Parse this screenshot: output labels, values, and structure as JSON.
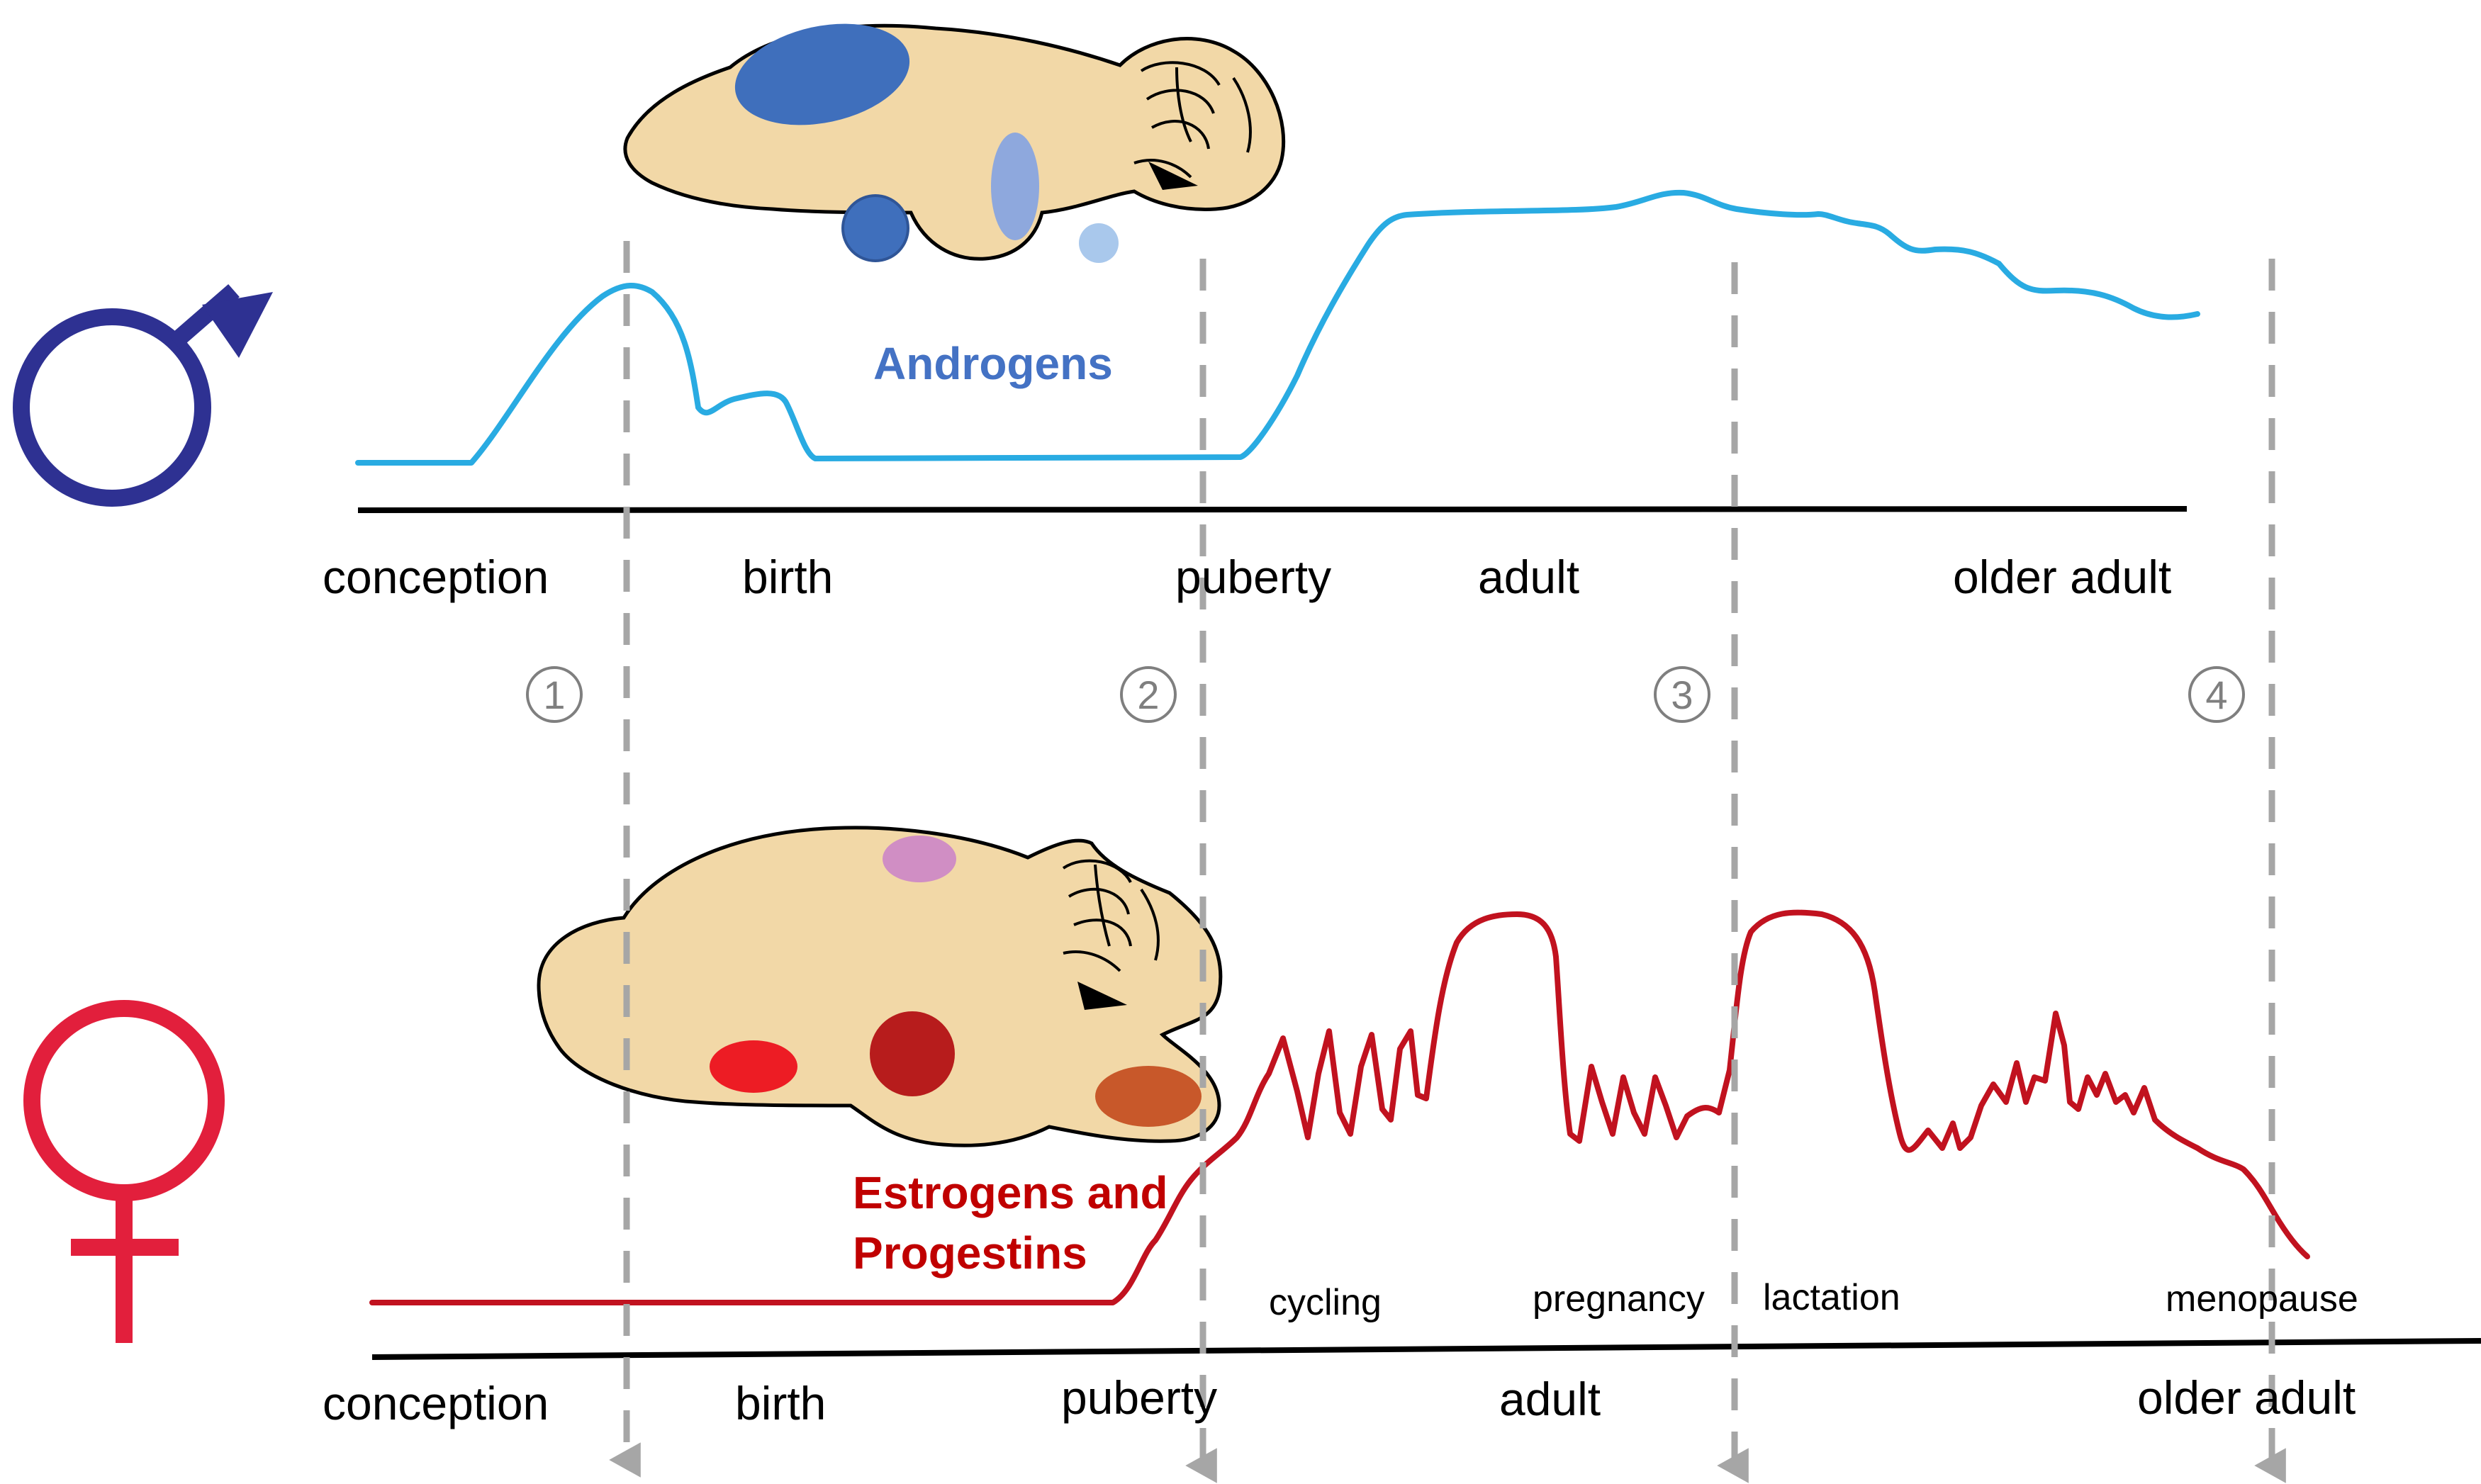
{
  "colors": {
    "male_symbol": "#2e3192",
    "female_symbol": "#e21f3c",
    "androgen_curve": "#29abe2",
    "estrogen_curve": "#c1121f",
    "androgen_label": "#4472c4",
    "estrogen_label": "#c00000",
    "brain_fill": "#f2d8a7",
    "guide_line": "#a6a6a6",
    "axis": "#000000",
    "marker": "#7f7f7f"
  },
  "male": {
    "symbol_icon": "male-symbol-icon",
    "hormone_label": "Androgens",
    "stages": [
      "conception",
      "birth",
      "puberty",
      "adult",
      "older adult"
    ],
    "brain_regions": [
      "#3f6fbc",
      "#3f6fbc",
      "#8ea8dd",
      "#a9c8ec"
    ]
  },
  "female": {
    "symbol_icon": "female-symbol-icon",
    "hormone_label_line1": "Estrogens and",
    "hormone_label_line2": "Progestins",
    "stages": [
      "conception",
      "birth",
      "puberty",
      "adult",
      "older adult"
    ],
    "events": [
      "cycling",
      "pregnancy",
      "lactation",
      "menopause"
    ],
    "brain_regions": [
      "#d08ec4",
      "#ed1c24",
      "#b71c1c",
      "#c8582a"
    ]
  },
  "markers": [
    "1",
    "2",
    "3",
    "4"
  ]
}
